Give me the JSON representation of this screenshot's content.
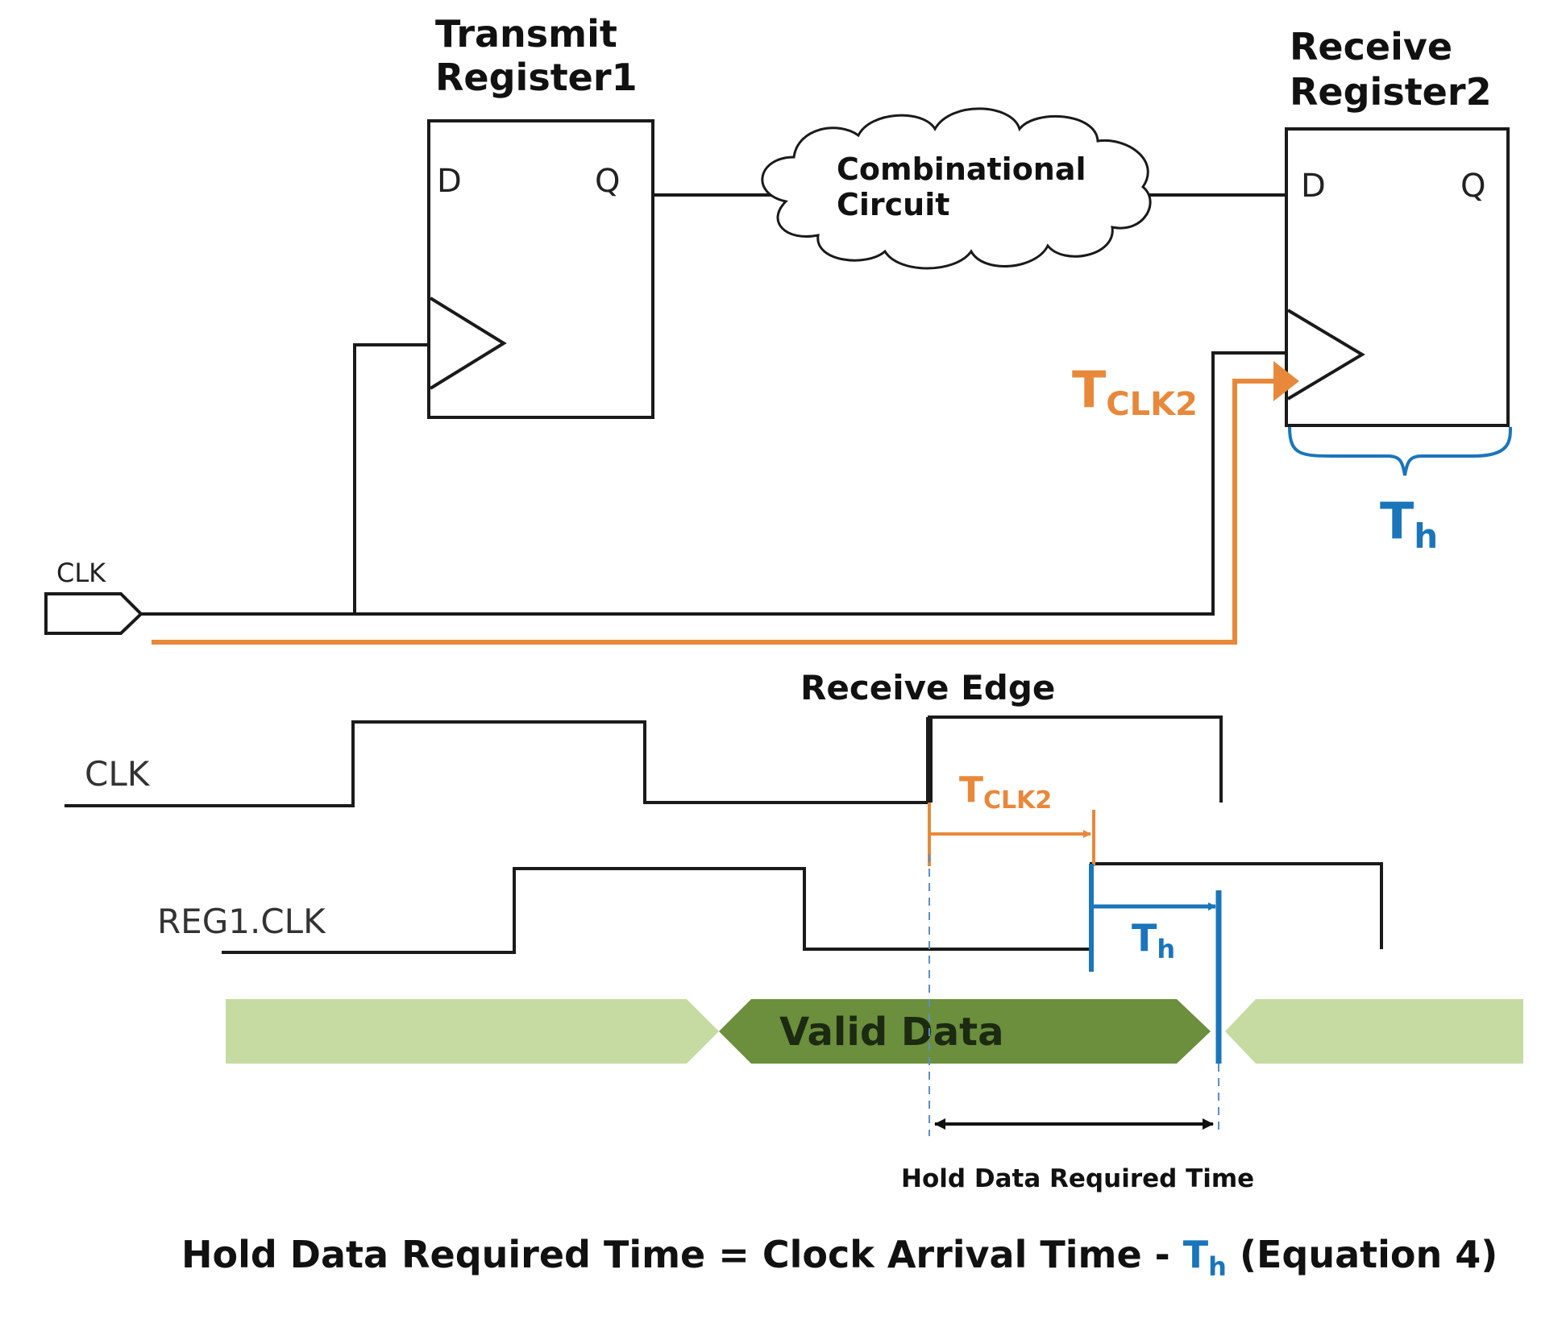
{
  "registers": {
    "transmit": {
      "title_line1": "Transmit",
      "title_line2": "Register1",
      "d_pin": "D",
      "q_pin": "Q"
    },
    "receive": {
      "title_line1": "Receive",
      "title_line2": "Register2",
      "d_pin": "D",
      "q_pin": "Q"
    }
  },
  "combinational": {
    "line1": "Combinational",
    "line2": "Circuit"
  },
  "clock_source_label": "CLK",
  "tclk2": {
    "main": "T",
    "sub": "CLK2"
  },
  "th": {
    "main": "T",
    "sub": "h"
  },
  "timing": {
    "receive_edge_label": "Receive Edge",
    "clk_label": "CLK",
    "reg1_clk_label": "REG1.CLK",
    "valid_data_label": "Valid Data",
    "hold_required_label": "Hold Data Required Time"
  },
  "equation": {
    "prefix": "Hold Data Required Time = Clock Arrival Time - ",
    "th_main": "T",
    "th_sub": "h",
    "suffix": " (Equation 4)"
  },
  "colors": {
    "orange": "#e8883a",
    "blue": "#1a75bb",
    "data_light": "#c6dba2",
    "data_dark": "#6b8f3c",
    "wire": "#1a1a1a"
  }
}
